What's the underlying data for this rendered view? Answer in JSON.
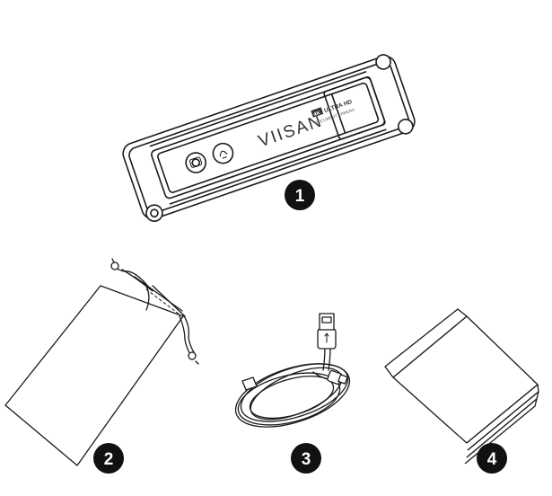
{
  "camera": {
    "brand": "VIISAN",
    "badge": "4K",
    "spec": "ULTRA HD",
    "subtitle": "DOCUMENT CAMERA"
  },
  "items": [
    {
      "number": "1"
    },
    {
      "number": "2"
    },
    {
      "number": "3"
    },
    {
      "number": "4"
    }
  ],
  "colors": {
    "line": "#1a1a1a",
    "badge_fill": "#111111",
    "paper": "#ffffff"
  }
}
